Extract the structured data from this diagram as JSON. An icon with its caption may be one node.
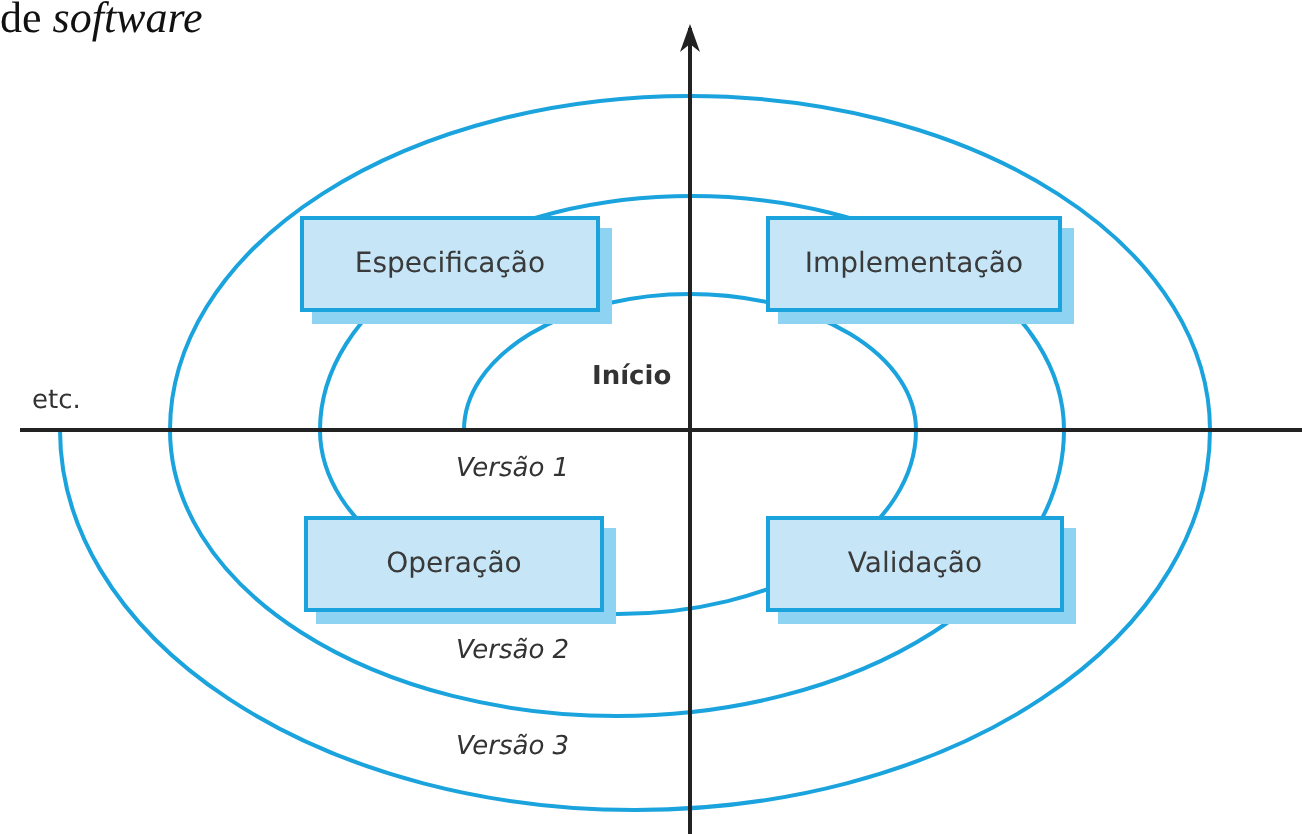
{
  "diagram": {
    "nodes": [
      {
        "text": [
          "Especificação"
        ]
      },
      {
        "text": [
          "Implementação"
        ]
      },
      {
        "text": [
          "Operação"
        ]
      },
      {
        "text": [
          "Validação"
        ]
      }
    ],
    "labels": [
      "de *software*",
      "etc.",
      "Início",
      "Versão 1",
      "Versão 2",
      "Versão 3"
    ]
  }
}
